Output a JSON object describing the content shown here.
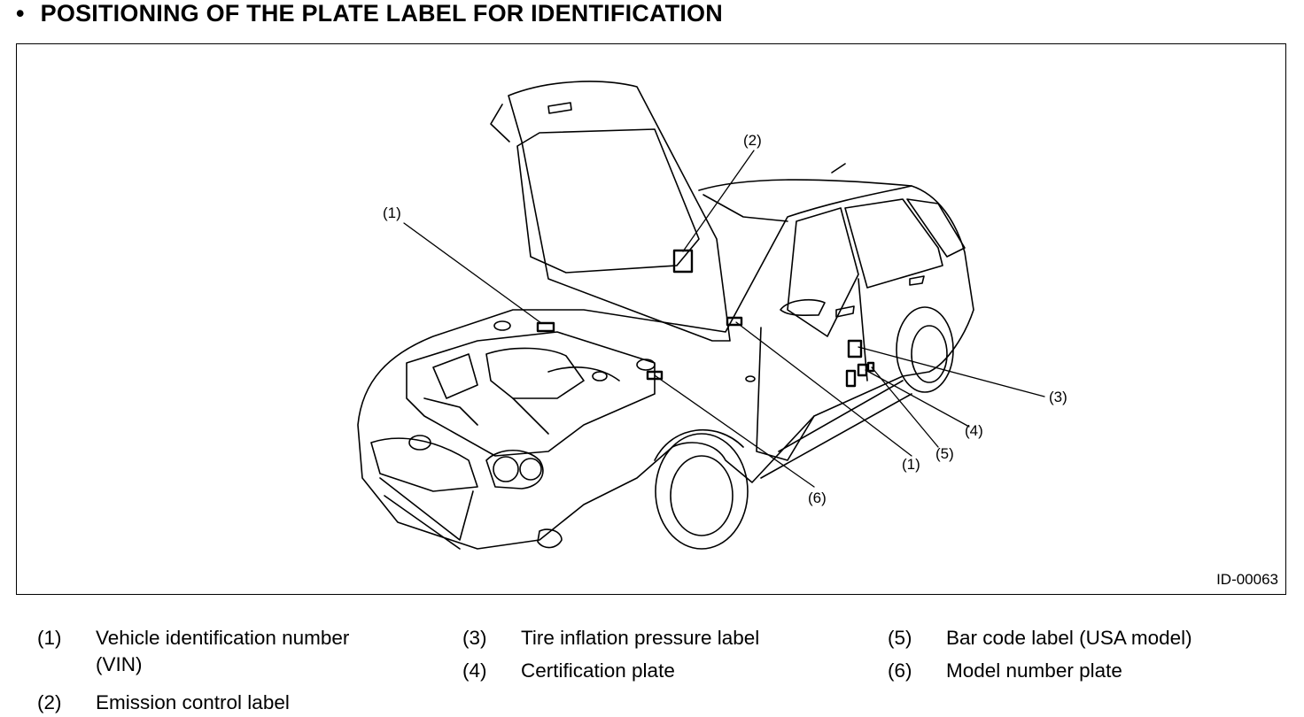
{
  "heading": {
    "bullet": "•",
    "title": "POSITIONING OF THE PLATE LABEL FOR IDENTIFICATION"
  },
  "figure": {
    "id": "ID-00063",
    "callouts": {
      "vin_hood": "(1)",
      "emission": "(2)",
      "tire": "(3)",
      "certification": "(4)",
      "barcode": "(5)",
      "vin_door": "(1)",
      "model": "(6)"
    }
  },
  "legend": [
    {
      "num": "(1)",
      "lines": [
        "Vehicle identification number",
        "(VIN)"
      ]
    },
    {
      "num": "(2)",
      "lines": [
        "Emission control label"
      ]
    },
    {
      "num": "(3)",
      "lines": [
        "Tire inflation pressure label"
      ]
    },
    {
      "num": "(4)",
      "lines": [
        "Certification plate"
      ]
    },
    {
      "num": "(5)",
      "lines": [
        "Bar code label (USA model)"
      ]
    },
    {
      "num": "(6)",
      "lines": [
        "Model number plate"
      ]
    }
  ]
}
